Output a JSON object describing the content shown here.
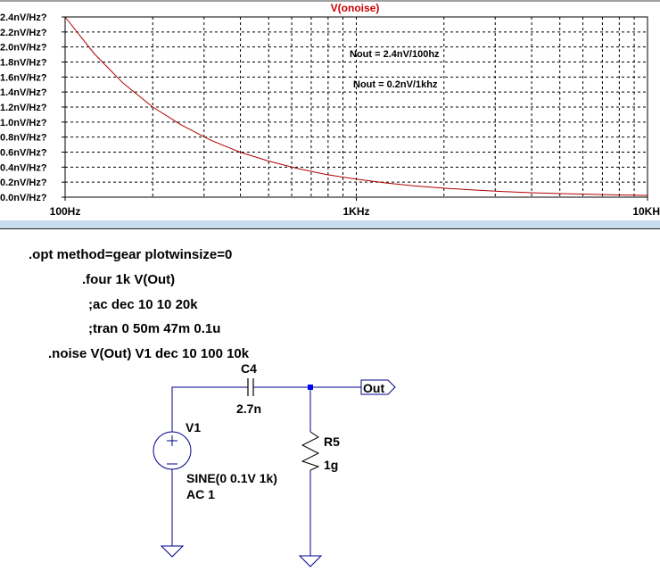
{
  "colors": {
    "trace": "#b00000",
    "title": "#d00000",
    "wire": "#00008b",
    "junction": "#0000ff",
    "grid": "#000000"
  },
  "chart_data": {
    "type": "line",
    "title": "V(onoise)",
    "xscale": "log",
    "xlim": [
      100,
      10000
    ],
    "ylim": [
      0,
      2.4
    ],
    "x_ticks": [
      {
        "value": 100,
        "label": "100Hz"
      },
      {
        "value": 1000,
        "label": "1KHz"
      },
      {
        "value": 10000,
        "label": "10KH"
      }
    ],
    "y_ticks": [
      "0.0nV/Hz?",
      "0.2nV/Hz?",
      "0.4nV/Hz?",
      "0.6nV/Hz?",
      "0.8nV/Hz?",
      "1.0nV/Hz?",
      "1.2nV/Hz?",
      "1.4nV/Hz?",
      "1.6nV/Hz?",
      "1.8nV/Hz?",
      "2.0nV/Hz?",
      "2.2nV/Hz?",
      "2.4nV/Hz?"
    ],
    "grid": true,
    "series": [
      {
        "name": "V(onoise)",
        "x": [
          100,
          126,
          158,
          200,
          251,
          316,
          398,
          501,
          631,
          794,
          1000,
          1259,
          1585,
          1995,
          2512,
          3162,
          3981,
          5012,
          6310,
          7943,
          10000
        ],
        "y": [
          2.4,
          1.91,
          1.52,
          1.2,
          0.96,
          0.76,
          0.6,
          0.48,
          0.38,
          0.3,
          0.24,
          0.19,
          0.15,
          0.12,
          0.096,
          0.076,
          0.06,
          0.048,
          0.038,
          0.03,
          0.024
        ]
      }
    ],
    "annotations": [
      "Nout = 2.4nV/100hz",
      "Nout = 0.2nV/1khz"
    ]
  },
  "schematic": {
    "directives": [
      ".opt method=gear  plotwinsize=0",
      ".four 1k V(Out)",
      ";ac dec 10 10 20k",
      ";tran 0 50m 47m 0.1u",
      ".noise V(Out) V1 dec 10 100 10k"
    ],
    "c4": {
      "name": "C4",
      "value": "2.7n"
    },
    "v1": {
      "name": "V1",
      "value": "SINE(0 0.1V 1k)",
      "ac": "AC 1"
    },
    "r5": {
      "name": "R5",
      "value": "1g"
    },
    "out_label": "Out"
  }
}
